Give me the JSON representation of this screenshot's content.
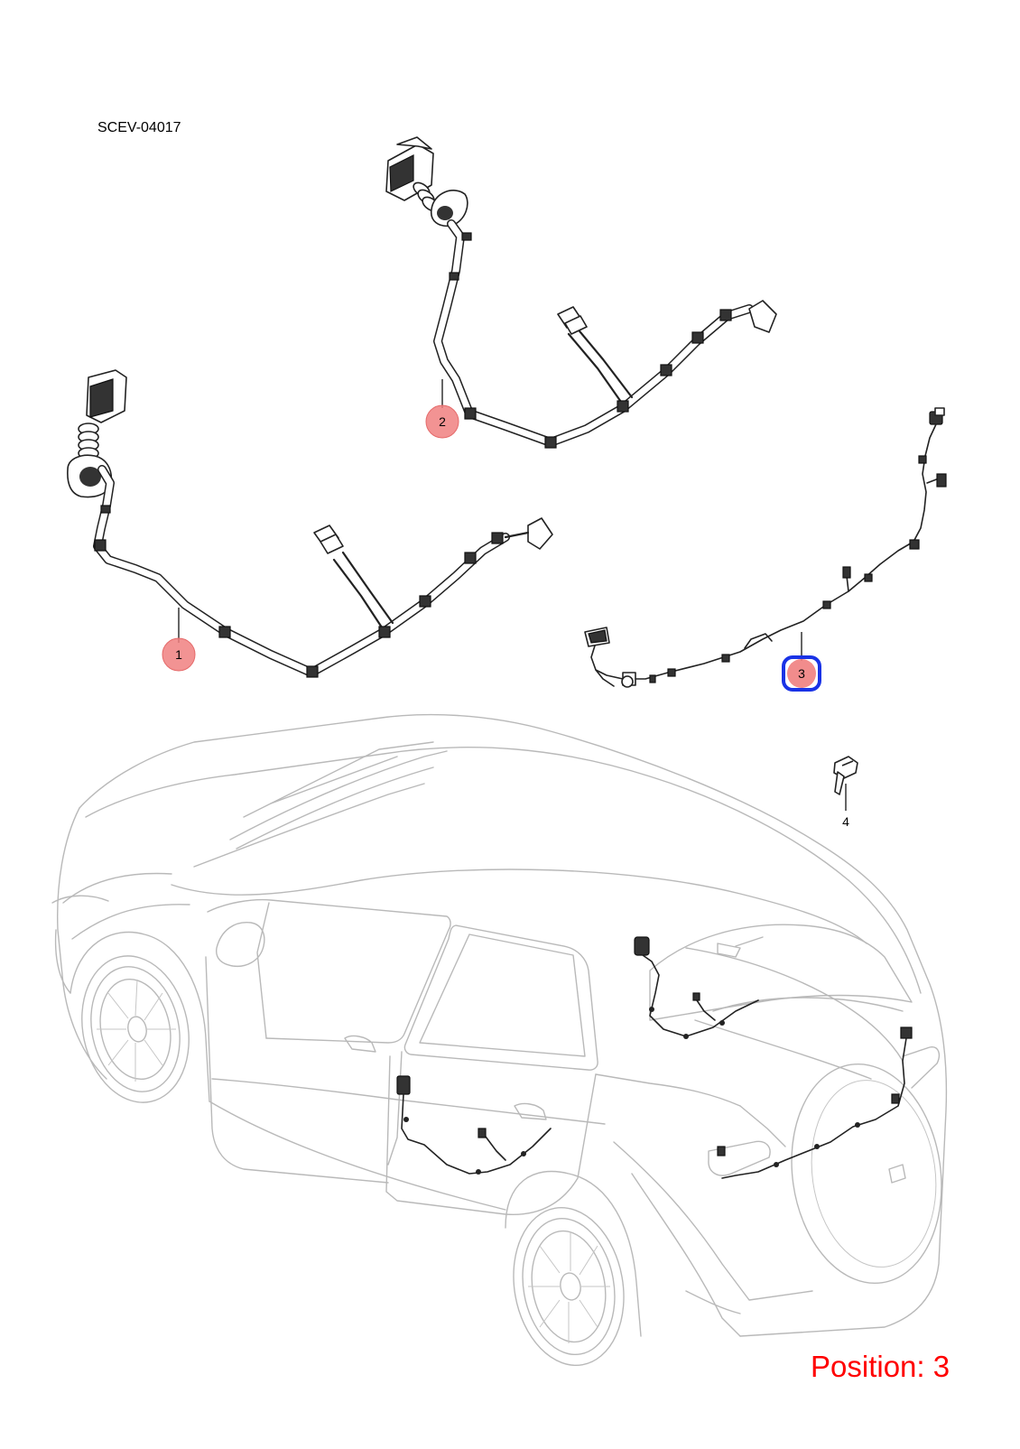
{
  "diagram": {
    "id_label": "SCEV-04017",
    "position_label": "Position: 3"
  },
  "callouts": [
    {
      "number": "1",
      "highlight": "#f08080",
      "selected": false
    },
    {
      "number": "2",
      "highlight": "#f08080",
      "selected": false
    },
    {
      "number": "3",
      "highlight": "#f08080",
      "selected": true,
      "border": "#1a33e6"
    },
    {
      "number": "4",
      "highlight": "",
      "selected": false
    }
  ],
  "colors": {
    "callout_fill": "#f08080",
    "selected_border": "#1a33e6",
    "position_text": "#ff0000",
    "vehicle_outline": "#b9b9b9"
  }
}
